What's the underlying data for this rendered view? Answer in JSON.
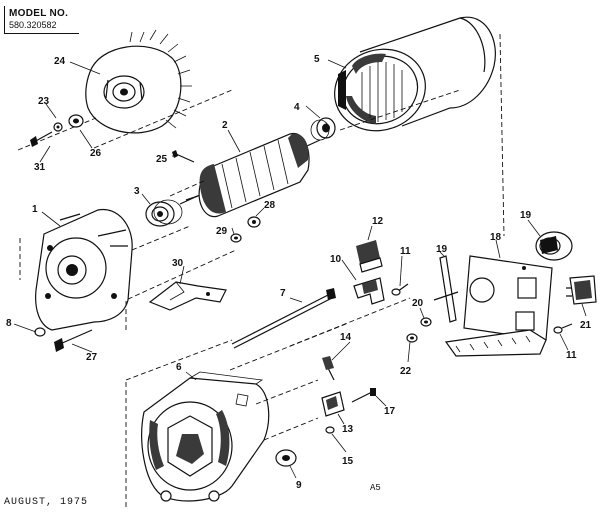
{
  "header": {
    "model_label": "MODEL NO.",
    "model_number": "580.320582"
  },
  "footer": {
    "date": "AUGUST, 1975",
    "code": "A5"
  },
  "callouts": [
    {
      "id": "c1",
      "text": "1"
    },
    {
      "id": "c2",
      "text": "2"
    },
    {
      "id": "c3",
      "text": "3"
    },
    {
      "id": "c4",
      "text": "4"
    },
    {
      "id": "c5",
      "text": "5"
    },
    {
      "id": "c6",
      "text": "6"
    },
    {
      "id": "c7",
      "text": "7"
    },
    {
      "id": "c8",
      "text": "8"
    },
    {
      "id": "c9",
      "text": "9"
    },
    {
      "id": "c10",
      "text": "10"
    },
    {
      "id": "c11a",
      "text": "11"
    },
    {
      "id": "c11b",
      "text": "11"
    },
    {
      "id": "c12",
      "text": "12"
    },
    {
      "id": "c13",
      "text": "13"
    },
    {
      "id": "c14",
      "text": "14"
    },
    {
      "id": "c15",
      "text": "15"
    },
    {
      "id": "c17",
      "text": "17"
    },
    {
      "id": "c18",
      "text": "18"
    },
    {
      "id": "c19a",
      "text": "19"
    },
    {
      "id": "c19b",
      "text": "19"
    },
    {
      "id": "c20",
      "text": "20"
    },
    {
      "id": "c21",
      "text": "21"
    },
    {
      "id": "c22",
      "text": "22"
    },
    {
      "id": "c23",
      "text": "23"
    },
    {
      "id": "c24",
      "text": "24"
    },
    {
      "id": "c25",
      "text": "25"
    },
    {
      "id": "c26",
      "text": "26"
    },
    {
      "id": "c27",
      "text": "27"
    },
    {
      "id": "c28",
      "text": "28"
    },
    {
      "id": "c29",
      "text": "29"
    },
    {
      "id": "c30",
      "text": "30"
    },
    {
      "id": "c31",
      "text": "31"
    }
  ]
}
